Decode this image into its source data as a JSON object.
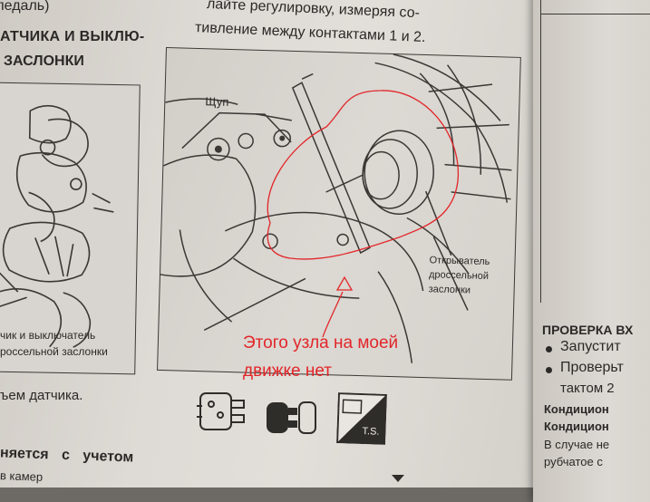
{
  "left_column": {
    "top_text": "педаль)",
    "heading_line1": "АТЧИКА И ВЫКЛЮ-",
    "heading_line2": "ЗАСЛОНКИ",
    "fig_caption_line1": "чик и выключатель",
    "fig_caption_line2": "россельной заслонки",
    "text_line1": "ъем датчика.",
    "text_line2_bold": "няется с учетом",
    "text_line3": "в камер"
  },
  "center_column": {
    "text_line1": "лайте регулировку, измеряя со-",
    "text_line2": "тивление между контактами 1 и 2."
  },
  "main_figure": {
    "probe_label": "Щуп",
    "opener_label_line1": "Открыватель",
    "opener_label_line2": "дроссельной",
    "opener_label_line3": "заслонки",
    "annotation_line1": "Этого узла на моей",
    "annotation_line2": "движке нет"
  },
  "icons": {
    "ts_label": "T.S."
  },
  "right_page": {
    "heading": "ПРОВЕРКА ВХ",
    "bullet1": "Запустит",
    "bullet2": "Проверьт",
    "line3": "тактом 2",
    "line4": "Кондицион",
    "line5": "Кондицион",
    "line6": "В случае не",
    "line7": "рубчатое с"
  },
  "colors": {
    "annotation_red": "#e2262a",
    "ink": "#2b2927",
    "paper": "#dedad5"
  }
}
